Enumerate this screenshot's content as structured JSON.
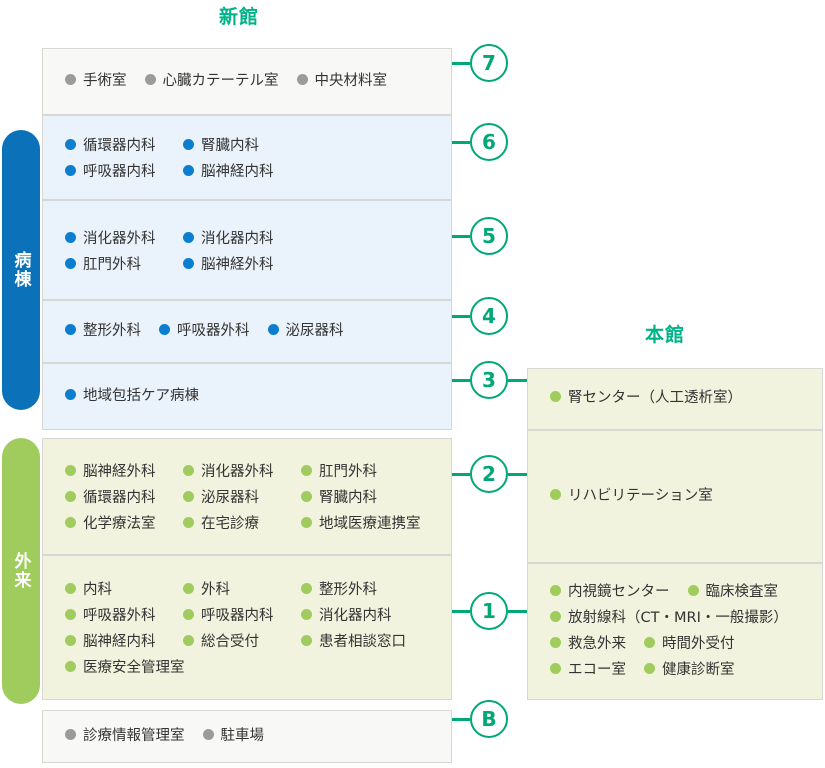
{
  "buildings": {
    "left": {
      "title": "新館"
    },
    "right": {
      "title": "本館"
    }
  },
  "categories": [
    {
      "label": "病棟",
      "color": "#0b72ba"
    },
    {
      "label": "外来",
      "color": "#9fcc5c"
    }
  ],
  "markers": [
    "7",
    "6",
    "5",
    "4",
    "3",
    "2",
    "1",
    "B"
  ],
  "colors": {
    "title_green": "#00b386",
    "marker_green": "#00a877",
    "dot_blue": "#0b7ed0",
    "dot_green": "#9fcc5c",
    "dot_gray": "#9b9b9b",
    "bg_blue": "#eaf3fb",
    "bg_cream": "#f2f3de",
    "bg_gray": "#f8f8f7"
  },
  "left_floors": [
    {
      "marker": "7",
      "tone": "gray",
      "dot": "gray",
      "rows": [
        [
          "手術室",
          "心臓カテーテル室",
          "中央材料室"
        ]
      ]
    },
    {
      "marker": "6",
      "tone": "blue",
      "dot": "blue",
      "rows": [
        [
          "循環器内科",
          "腎臓内科"
        ],
        [
          "呼吸器内科",
          "脳神経内科"
        ]
      ]
    },
    {
      "marker": "5",
      "tone": "blue",
      "dot": "blue",
      "rows": [
        [
          "消化器外科",
          "消化器内科"
        ],
        [
          "肛門外科",
          "脳神経外科"
        ]
      ]
    },
    {
      "marker": "4",
      "tone": "blue",
      "dot": "blue",
      "rows": [
        [
          "整形外科",
          "呼吸器外科",
          "泌尿器科"
        ]
      ]
    },
    {
      "marker": "3",
      "tone": "blue",
      "dot": "blue",
      "rows": [
        [
          "地域包括ケア病棟"
        ]
      ]
    },
    {
      "marker": "2",
      "tone": "cream",
      "dot": "green",
      "rows": [
        [
          "脳神経外科",
          "消化器外科",
          "肛門外科"
        ],
        [
          "循環器内科",
          "泌尿器科",
          "腎臓内科"
        ],
        [
          "化学療法室",
          "在宅診療",
          "地域医療連携室"
        ]
      ]
    },
    {
      "marker": "1",
      "tone": "cream",
      "dot": "green",
      "rows": [
        [
          "内科",
          "外科",
          "整形外科"
        ],
        [
          "呼吸器外科",
          "呼吸器内科",
          "消化器内科"
        ],
        [
          "脳神経内科",
          "総合受付",
          "患者相談窓口"
        ],
        [
          "医療安全管理室"
        ]
      ]
    },
    {
      "marker": "B",
      "tone": "gray",
      "dot": "gray",
      "rows": [
        [
          "診療情報管理室",
          "駐車場"
        ]
      ]
    }
  ],
  "right_floors": [
    {
      "marker": "3",
      "tone": "cream",
      "dot": "green",
      "rows": [
        [
          "腎センター（人工透析室）"
        ]
      ]
    },
    {
      "marker": "2",
      "tone": "cream",
      "dot": "green",
      "rows": [
        [
          "リハビリテーション室"
        ]
      ]
    },
    {
      "marker": "1",
      "tone": "cream",
      "dot": "green",
      "rows": [
        [
          "内視鏡センター",
          "臨床検査室"
        ],
        [
          "放射線科（CT・MRI・一般撮影）"
        ],
        [
          "救急外来",
          "時間外受付"
        ],
        [
          "エコー室",
          "健康診断室"
        ]
      ]
    }
  ]
}
